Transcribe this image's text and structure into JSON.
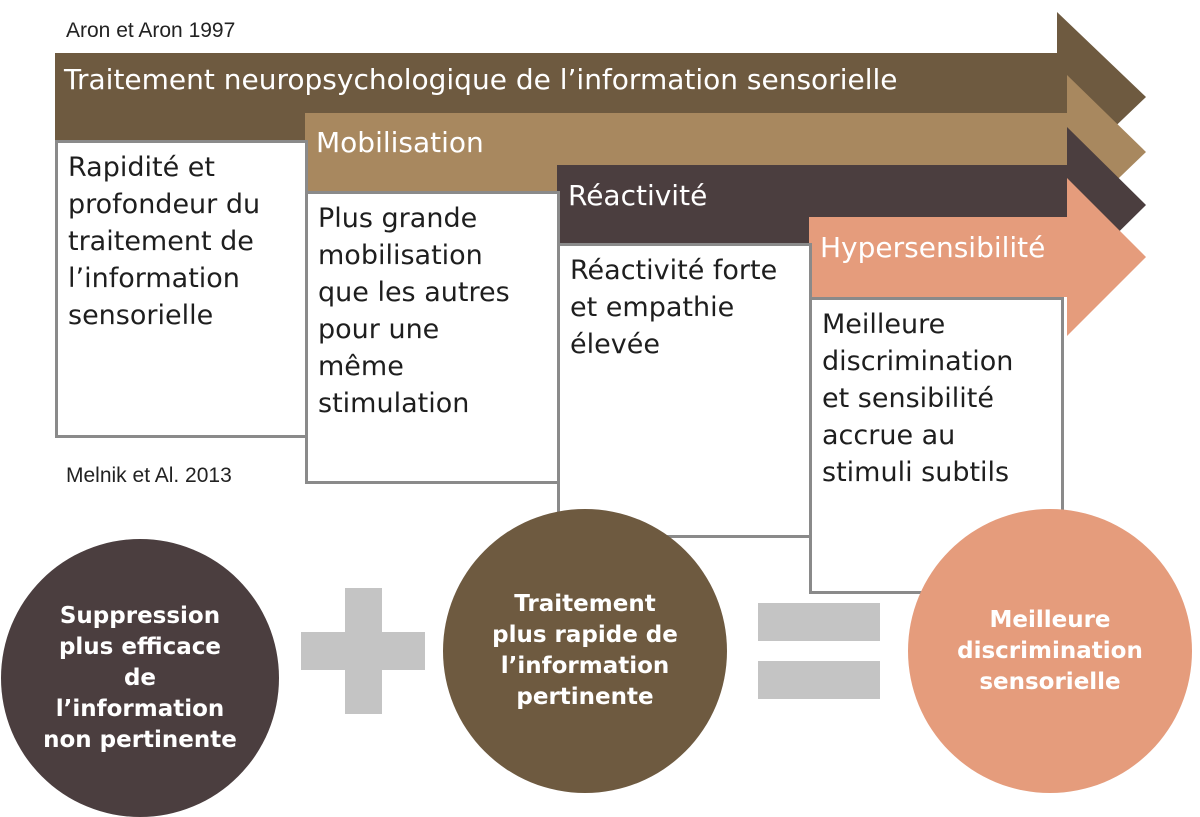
{
  "citations": {
    "top": "Aron et Aron 1997",
    "bottom": "Melnik et Al. 2013"
  },
  "colors": {
    "dark_brown": "#6e5a40",
    "tan": "#a8885f",
    "dark_plum": "#4b3e3f",
    "salmon": "#e59c7c",
    "operator_gray": "#c4c4c4",
    "box_border": "#8a8a8a"
  },
  "stages": [
    {
      "title": "Traitement neuropsychologique de l’information sensorielle",
      "description": "Rapidité et\nprofondeur du\ntraitement de\nl’information\nsensorielle"
    },
    {
      "title": "Mobilisation",
      "description": "Plus grande\nmobilisation\nque les autres\npour une\nmême\nstimulation"
    },
    {
      "title": "Réactivité",
      "description": "Réactivité forte\net empathie\nélevée"
    },
    {
      "title": "Hypersensibilité",
      "description": "Meilleure\ndiscrimination\net  sensibilité\naccrue au\nstimuli subtils"
    }
  ],
  "equation": {
    "term1": "Suppression\nplus efficace\nde\nl’information\nnon pertinente",
    "operator1": "plus-icon",
    "term2": "Traitement\nplus rapide de\nl’information\npertinente",
    "operator2": "equals-icon",
    "result": "Meilleure\ndiscrimination\nsensorielle"
  }
}
